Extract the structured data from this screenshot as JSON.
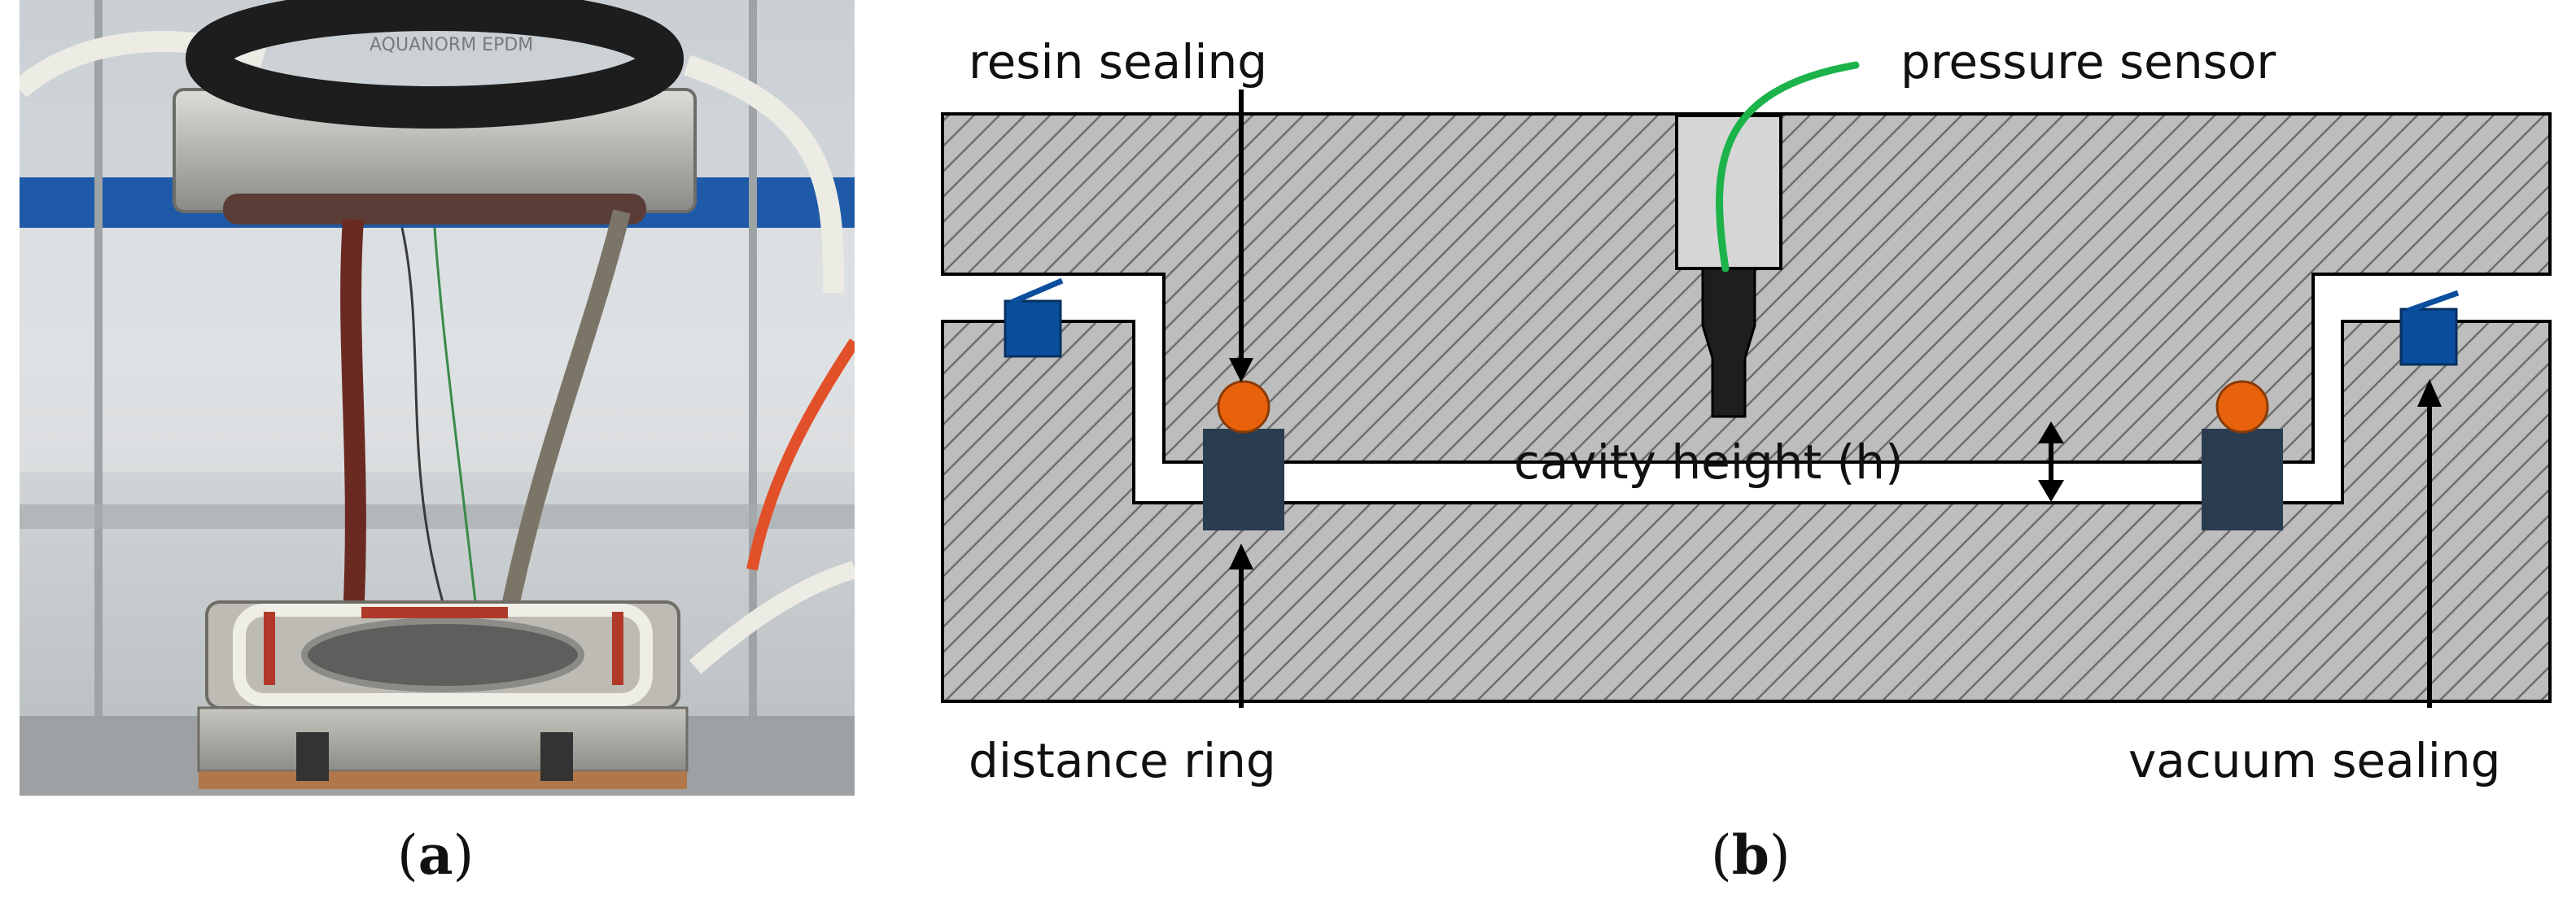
{
  "panels": {
    "a": {
      "label_open": "(",
      "letter": "a",
      "label_close": ")"
    },
    "b": {
      "label_open": "(",
      "letter": "b",
      "label_close": ")"
    }
  },
  "photo": {
    "tube_text": "AQUANORM EPDM"
  },
  "schematic": {
    "labels": {
      "resin_sealing": "resin sealing",
      "pressure_sensor": "pressure sensor",
      "cavity_height": "cavity height (h)",
      "distance_ring": "distance ring",
      "vacuum_sealing": "vacuum sealing"
    }
  },
  "colors": {
    "mold_fill": "#bdbdbd",
    "hatch": "#6e6e6e",
    "outline": "#000000",
    "sensor_body": "#d6d6d6",
    "sensor_tip": "#1e1e1e",
    "sensor_cable": "#1bb34a",
    "resin_seal": "#e8620c",
    "distance_ring": "#2a3c4f",
    "vacuum_seal": "#0b4e9e"
  }
}
